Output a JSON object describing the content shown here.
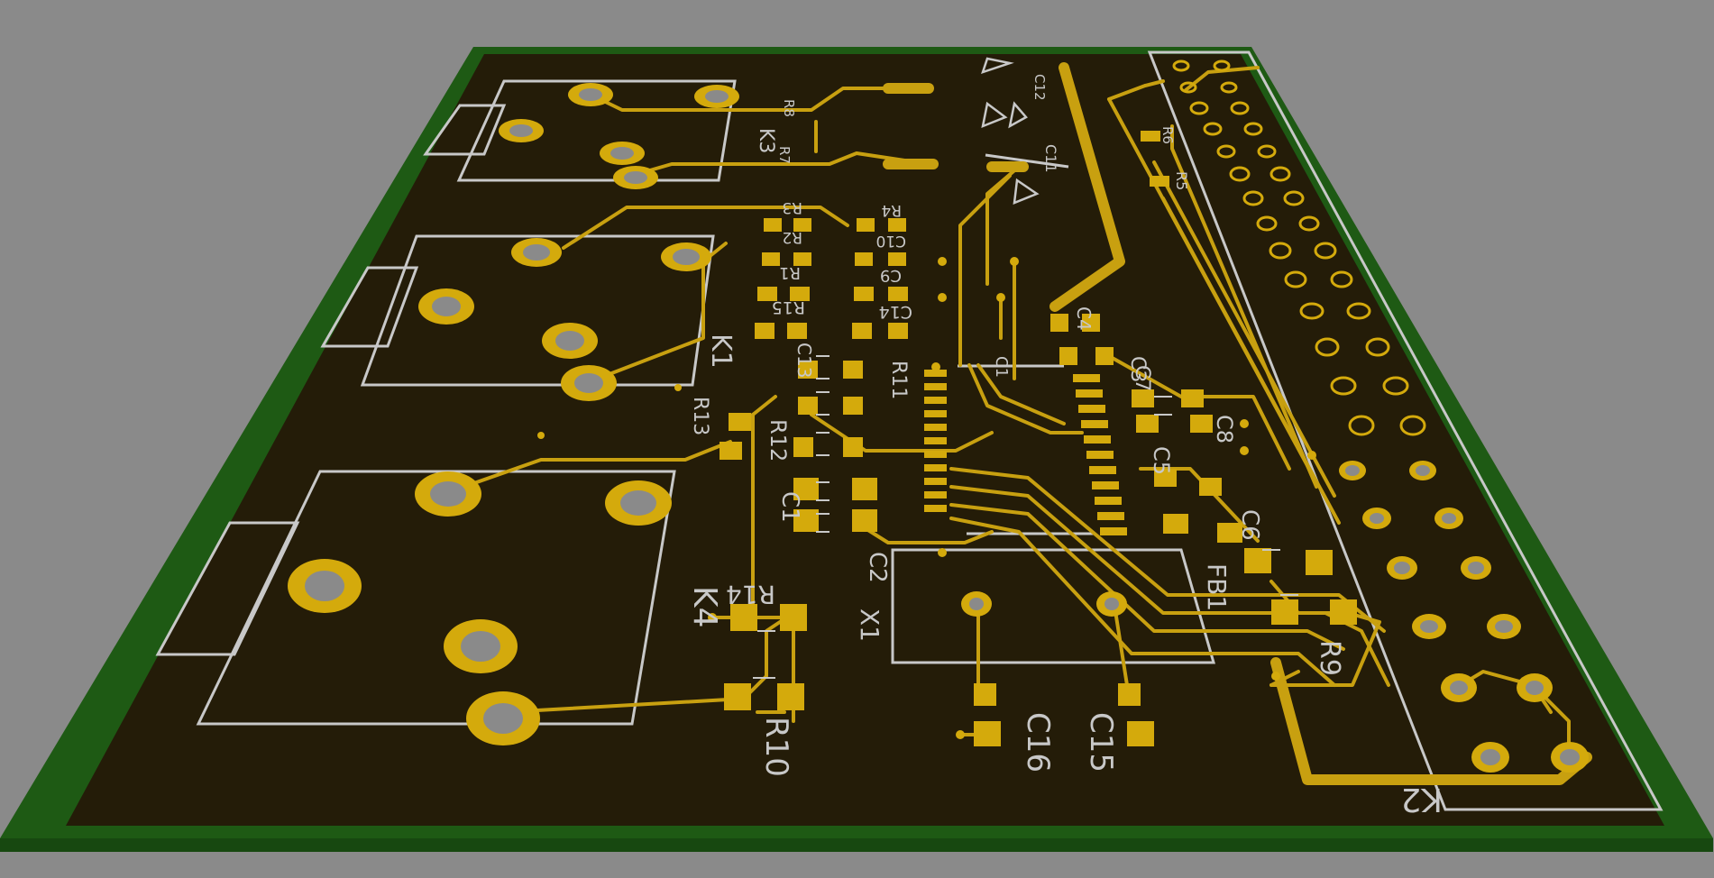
{
  "viewport": {
    "background_color": "#8a8a8a"
  },
  "board": {
    "colors": {
      "substrate_edge": "#1e5a14",
      "board_edge_dark": "#174810",
      "copper_area": "#241c08",
      "copper_trace": "#c8a010",
      "copper_pad": "#d4aa0c",
      "drill_hole": "#8a8a8a",
      "silkscreen": "#c8c8c8"
    },
    "silkscreen_labels": {
      "K1": "K1",
      "K2": "K2",
      "K3": "K3",
      "K4": "K4",
      "X1": "X1",
      "FB1": "FB1",
      "C1": "C1",
      "C2": "C2",
      "C3": "C3",
      "C4": "C4",
      "C5": "C5",
      "C6": "C6",
      "C7": "C7",
      "C8": "C8",
      "C9": "C9",
      "C10": "C10",
      "C11": "C11",
      "C12": "C12",
      "C13": "C13",
      "C14": "C14",
      "C15": "C15",
      "C16": "C16",
      "R1": "R1",
      "R2": "R2",
      "R3": "R3",
      "R4": "R4",
      "R5": "R5",
      "R6": "R6",
      "R7": "R7",
      "R8": "R8",
      "R9": "R9",
      "R10": "R10",
      "R11": "R11",
      "R12": "R12",
      "R13": "R13",
      "R14": "R14",
      "R15": "R15",
      "C1_mark": "C1"
    }
  }
}
